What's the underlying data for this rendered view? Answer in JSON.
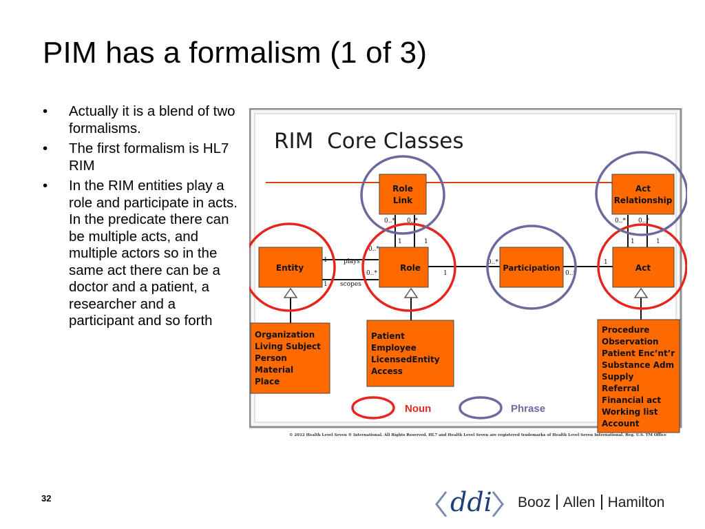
{
  "slide": {
    "title": "PIM has a formalism (1 of 3)",
    "bullets": [
      "Actually it is a blend of two formalisms.",
      "The first formalism is HL7 RIM",
      "In the RIM entities play a role and participate in acts. In the predicate there can be multiple acts, and multiple actors so in the same act there can be a doctor and a patient, a researcher and a participant and so forth"
    ],
    "page_number": "32"
  },
  "diagram": {
    "heading": "RIM  Core Classes",
    "classes": {
      "role_link": [
        "Role",
        "Link"
      ],
      "act_relationship": [
        "Act",
        "Relationship"
      ],
      "entity": "Entity",
      "role": "Role",
      "participation": "Participation",
      "act": "Act"
    },
    "subclasses": {
      "entity": [
        "Organization",
        "Living Subject",
        "Person",
        "Material",
        "Place"
      ],
      "role": [
        "Patient",
        "Employee",
        "LicensedEntity",
        "Access"
      ],
      "act": [
        "Procedure",
        "Observation",
        "Patient Enc’nt’r",
        "Substance Adm",
        "Supply",
        "Referral",
        "Financial act",
        "Working list",
        "Account"
      ]
    },
    "associations": {
      "plays": "plays",
      "scopes": "scopes"
    },
    "multiplicities": {
      "one": "1",
      "many": "0..*"
    },
    "legend": {
      "noun": "Noun",
      "phrase": "Phrase"
    },
    "copyright": "© 2012 Health Level Seven ® International. All Rights Reserved. HL7 and Health Level Seven are registered trademarks of Health Level Seven International. Reg. U.S. TM Office",
    "colors": {
      "box_fill": "#ff6a00",
      "noun_ring": "#e5251e",
      "phrase_ring": "#6a6a9e",
      "line_red": "#d84315"
    }
  },
  "footer": {
    "logo_text": "ddi",
    "brand": [
      "Booz",
      "Allen",
      "Hamilton"
    ]
  }
}
